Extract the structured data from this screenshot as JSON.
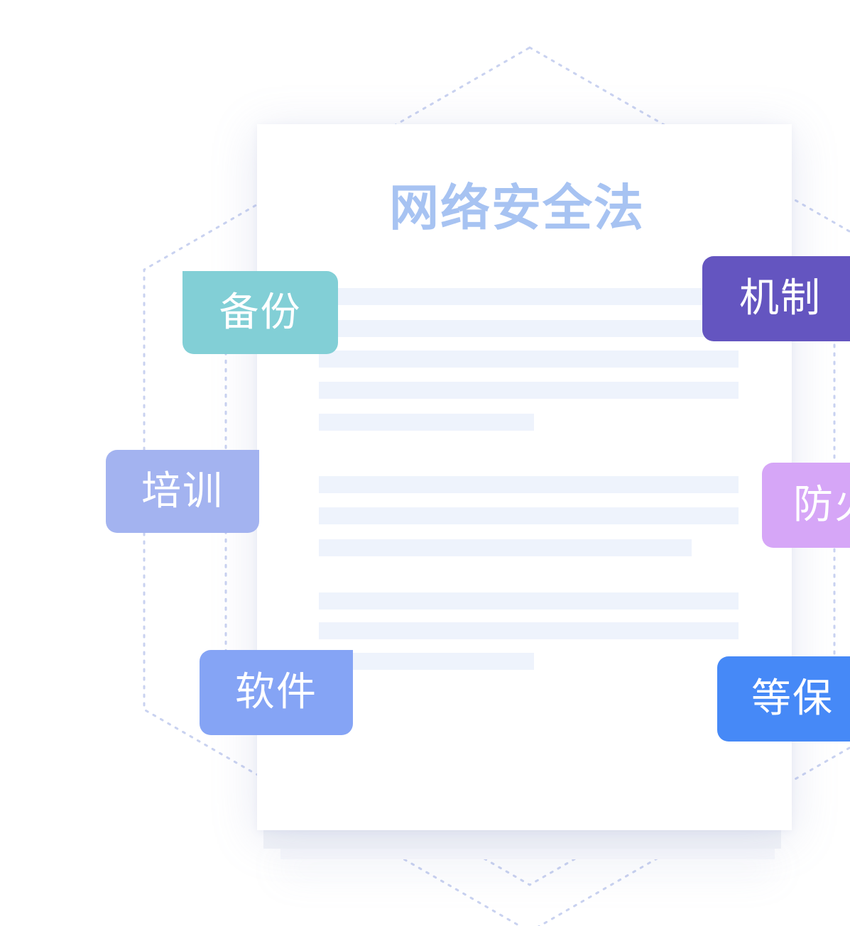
{
  "document": {
    "title": "网络安全法"
  },
  "tags": {
    "backup": "备份",
    "training": "培训",
    "software": "软件",
    "mechanism": "机制",
    "firewall": "防火",
    "classified_protection": "等保"
  },
  "colors": {
    "title": "#a7c3f2",
    "text_line": "#eef3fc",
    "hex_dots": "#c9d2f0",
    "tag_backup": "#82cfd6",
    "tag_training": "#a3b3f0",
    "tag_software": "#85a4f5",
    "tag_mechanism": "#6455c0",
    "tag_firewall": "#d6a6f7",
    "tag_classified_protection": "#4689f7"
  }
}
